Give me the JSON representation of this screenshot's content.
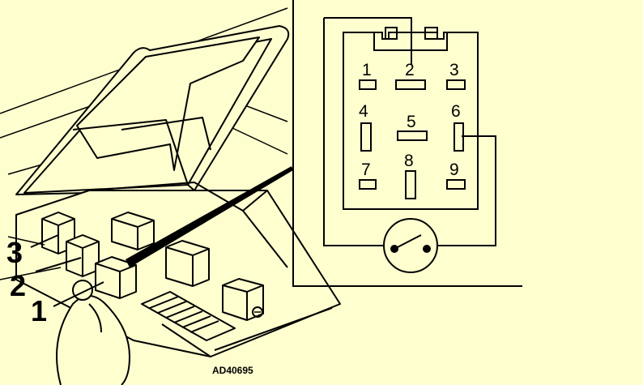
{
  "figure_id": "AD40695",
  "callouts": [
    {
      "id": "3",
      "text": "3"
    },
    {
      "id": "2",
      "text": "2"
    },
    {
      "id": "1",
      "text": "1"
    }
  ],
  "relay": {
    "pins": [
      {
        "id": "1",
        "label": "1"
      },
      {
        "id": "2",
        "label": "2"
      },
      {
        "id": "3",
        "label": "3"
      },
      {
        "id": "4",
        "label": "4"
      },
      {
        "id": "5",
        "label": "5"
      },
      {
        "id": "6",
        "label": "6"
      },
      {
        "id": "7",
        "label": "7"
      },
      {
        "id": "8",
        "label": "8"
      },
      {
        "id": "9",
        "label": "9"
      }
    ]
  },
  "symbols": {
    "ground": "−",
    "ground_icon": "ground-minus-icon",
    "switch_icon": "switch-icon"
  },
  "colors": {
    "background": "#fefecf",
    "line": "#000000",
    "fill": "#ffffff"
  }
}
